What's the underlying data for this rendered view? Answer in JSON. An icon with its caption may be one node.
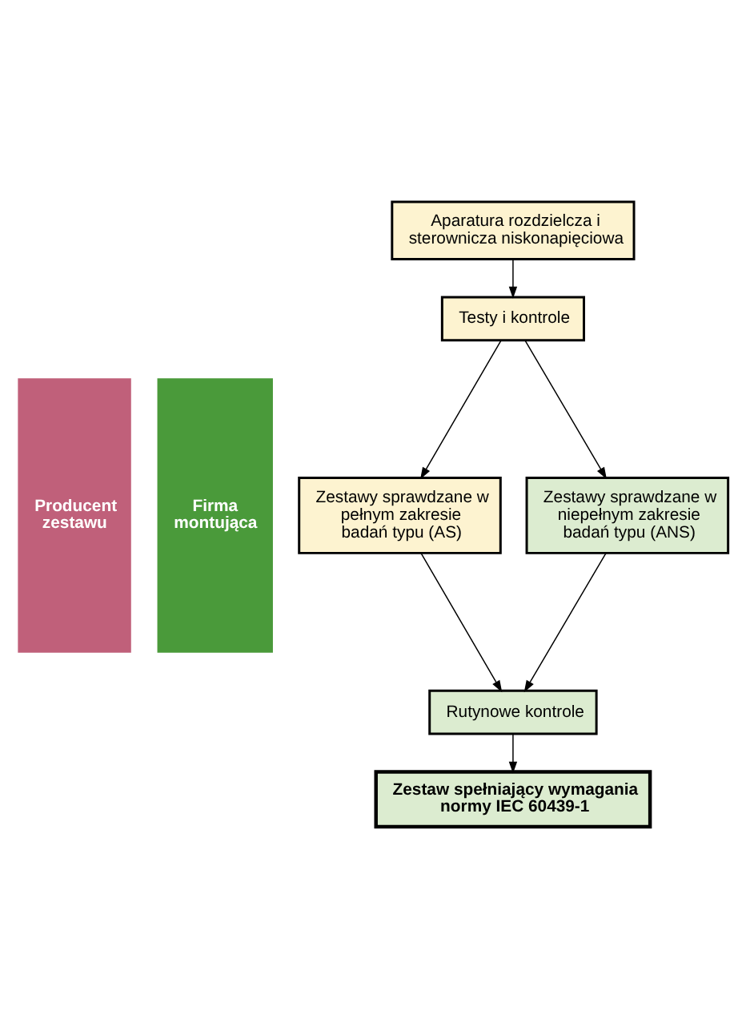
{
  "diagram": {
    "nodes": [
      {
        "text": [
          "Producent zestawu"
        ]
      },
      {
        "text": [
          "Firma montująca"
        ]
      },
      {
        "text": [
          "Aparatura rozdzielcza i sterownicza niskonapięciowa"
        ]
      },
      {
        "text": [
          "Testy i kontrole"
        ]
      },
      {
        "text": [
          "Zestawy sprawdzane w pełnym zakresie badań typu (AS)"
        ]
      },
      {
        "text": [
          "Zestawy sprawdzane w niepełnym zakresie badań typu (ANS)"
        ]
      },
      {
        "text": [
          "Rutynowe kontrole"
        ]
      },
      {
        "text": [
          "Zestaw spełniający wymagania normy IEC 60439-1"
        ]
      }
    ],
    "edges": [
      {
        "from": 2,
        "to": 3,
        "arrow": "to"
      },
      {
        "from": 3,
        "to": 4,
        "arrow": "to"
      },
      {
        "from": 3,
        "to": 5,
        "arrow": "to"
      },
      {
        "from": 4,
        "to": 6,
        "arrow": "to"
      },
      {
        "from": 5,
        "to": 6,
        "arrow": "to"
      },
      {
        "from": 6,
        "to": 7,
        "arrow": "to"
      }
    ]
  }
}
